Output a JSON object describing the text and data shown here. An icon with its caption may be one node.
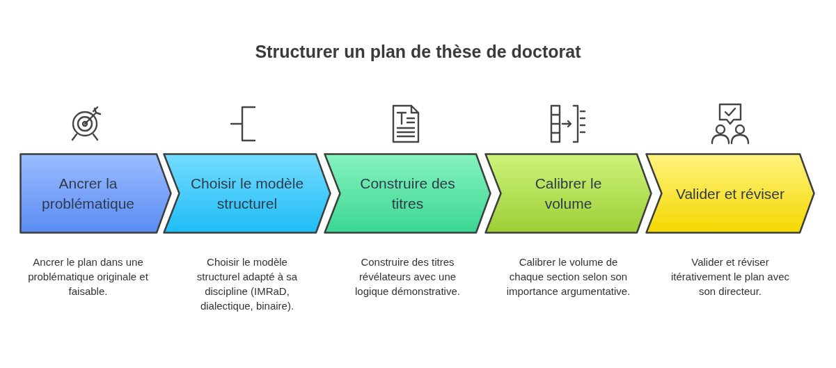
{
  "diagram": {
    "title": "Structurer un plan de thèse de doctorat",
    "nodes": [
      {
        "text": [
          "Ancrer la problématique"
        ],
        "beside": [
          "Ancrer le plan dans une problématique originale et faisable."
        ]
      },
      {
        "text": [
          "Choisir le modèle structurel"
        ],
        "beside": [
          "Choisir le modèle structurel adapté à sa discipline (IMRaD, dialectique, binaire)."
        ]
      },
      {
        "text": [
          "Construire des titres"
        ],
        "beside": [
          "Construire des titres révélateurs avec une logique démonstrative."
        ]
      },
      {
        "text": [
          "Calibrer le volume"
        ],
        "beside": [
          "Calibrer le volume de chaque section selon son importance argumentative."
        ]
      },
      {
        "text": [
          "Valider et réviser"
        ],
        "beside": [
          "Valider et réviser itérativement le plan avec son directeur."
        ]
      }
    ]
  }
}
